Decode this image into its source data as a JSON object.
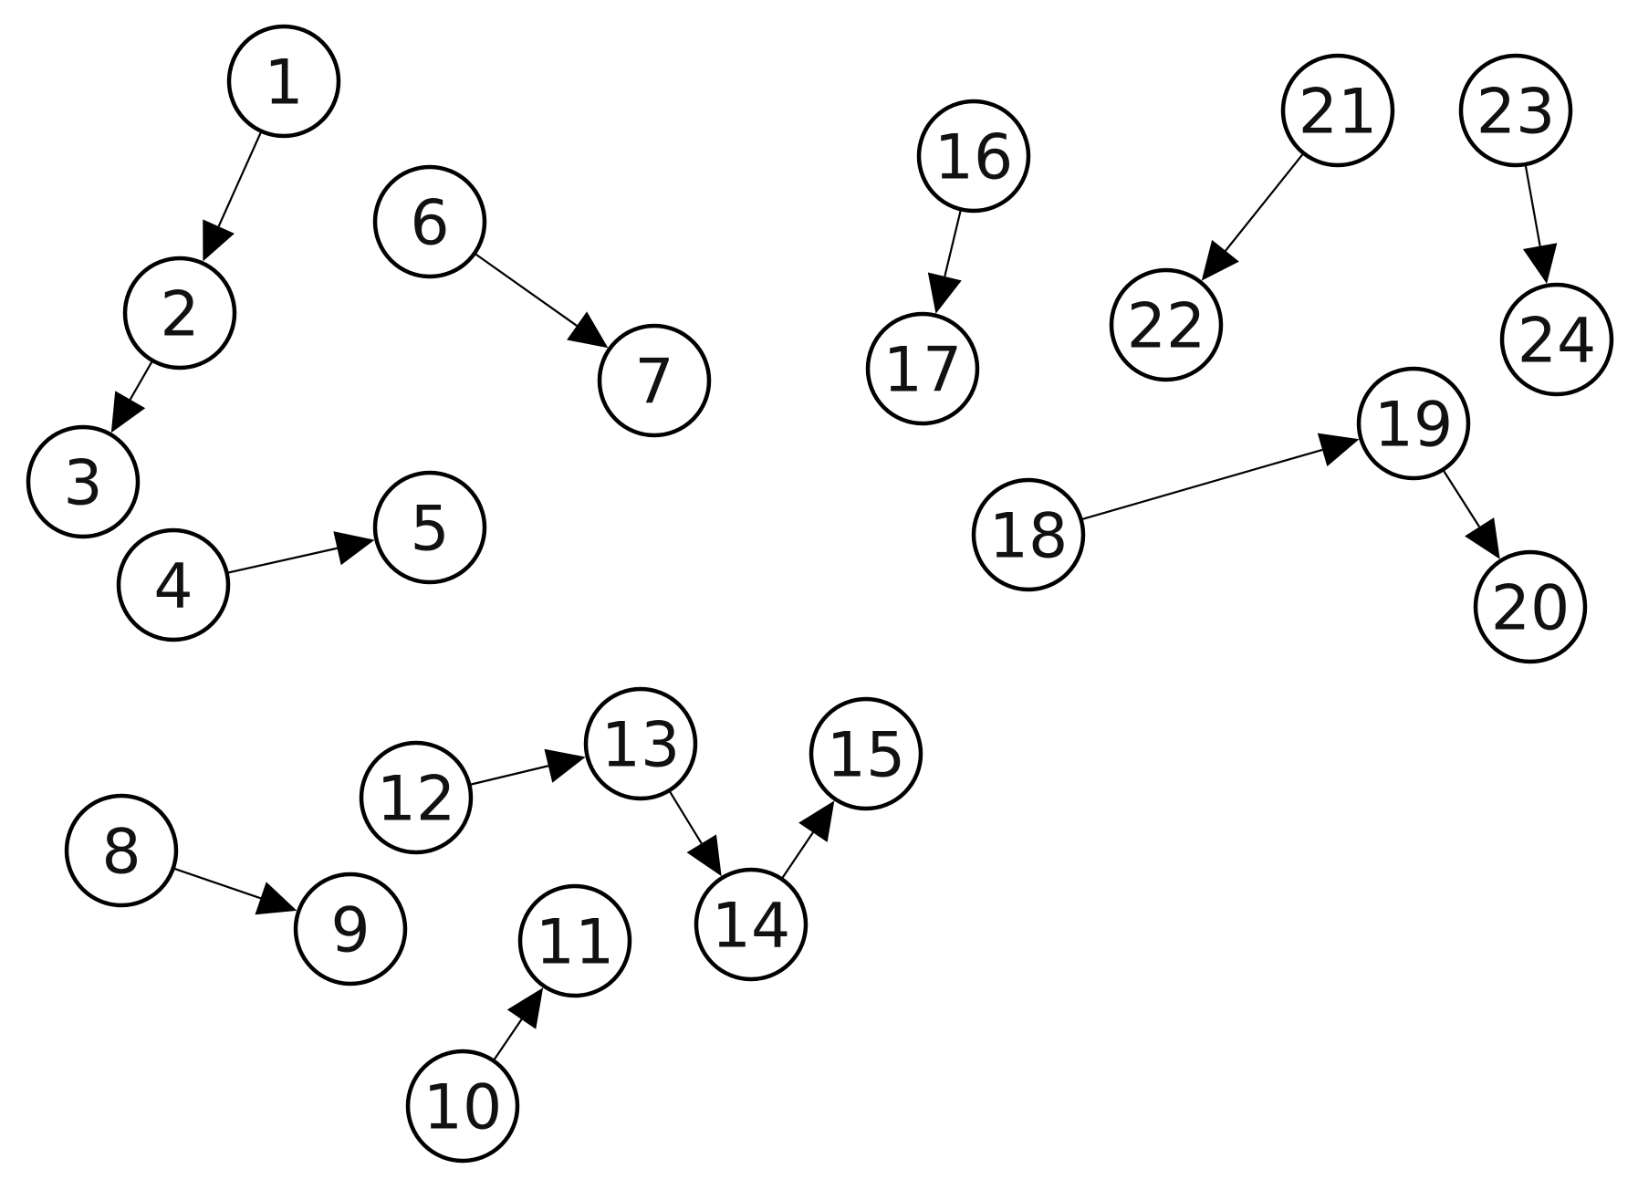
{
  "graph": {
    "nodes": [
      {
        "id": "1",
        "label": "1"
      },
      {
        "id": "2",
        "label": "2"
      },
      {
        "id": "3",
        "label": "3"
      },
      {
        "id": "4",
        "label": "4"
      },
      {
        "id": "5",
        "label": "5"
      },
      {
        "id": "6",
        "label": "6"
      },
      {
        "id": "7",
        "label": "7"
      },
      {
        "id": "8",
        "label": "8"
      },
      {
        "id": "9",
        "label": "9"
      },
      {
        "id": "10",
        "label": "10"
      },
      {
        "id": "11",
        "label": "11"
      },
      {
        "id": "12",
        "label": "12"
      },
      {
        "id": "13",
        "label": "13"
      },
      {
        "id": "14",
        "label": "14"
      },
      {
        "id": "15",
        "label": "15"
      },
      {
        "id": "16",
        "label": "16"
      },
      {
        "id": "17",
        "label": "17"
      },
      {
        "id": "18",
        "label": "18"
      },
      {
        "id": "19",
        "label": "19"
      },
      {
        "id": "20",
        "label": "20"
      },
      {
        "id": "21",
        "label": "21"
      },
      {
        "id": "22",
        "label": "22"
      },
      {
        "id": "23",
        "label": "23"
      },
      {
        "id": "24",
        "label": "24"
      }
    ],
    "edges": [
      {
        "from": "1",
        "to": "2"
      },
      {
        "from": "2",
        "to": "3"
      },
      {
        "from": "4",
        "to": "5"
      },
      {
        "from": "6",
        "to": "7"
      },
      {
        "from": "8",
        "to": "9"
      },
      {
        "from": "10",
        "to": "11"
      },
      {
        "from": "12",
        "to": "13"
      },
      {
        "from": "13",
        "to": "14"
      },
      {
        "from": "14",
        "to": "15"
      },
      {
        "from": "16",
        "to": "17"
      },
      {
        "from": "18",
        "to": "19"
      },
      {
        "from": "19",
        "to": "20"
      },
      {
        "from": "21",
        "to": "22"
      },
      {
        "from": "23",
        "to": "24"
      }
    ],
    "colors": {
      "node_fill": "#ffffff",
      "node_stroke": "#000000",
      "edge": "#000000",
      "text": "#111111"
    }
  }
}
